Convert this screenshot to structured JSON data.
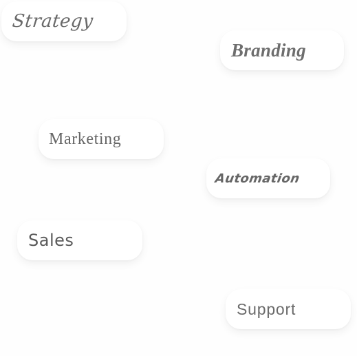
{
  "tags": {
    "strategy": "Strategy",
    "branding": "Branding",
    "marketing": "Marketing",
    "automation": "Automation",
    "sales": "Sales",
    "support": "Support"
  },
  "colors": {
    "background": "#fefefe",
    "pill": "#ffffff",
    "text": "#666666"
  }
}
